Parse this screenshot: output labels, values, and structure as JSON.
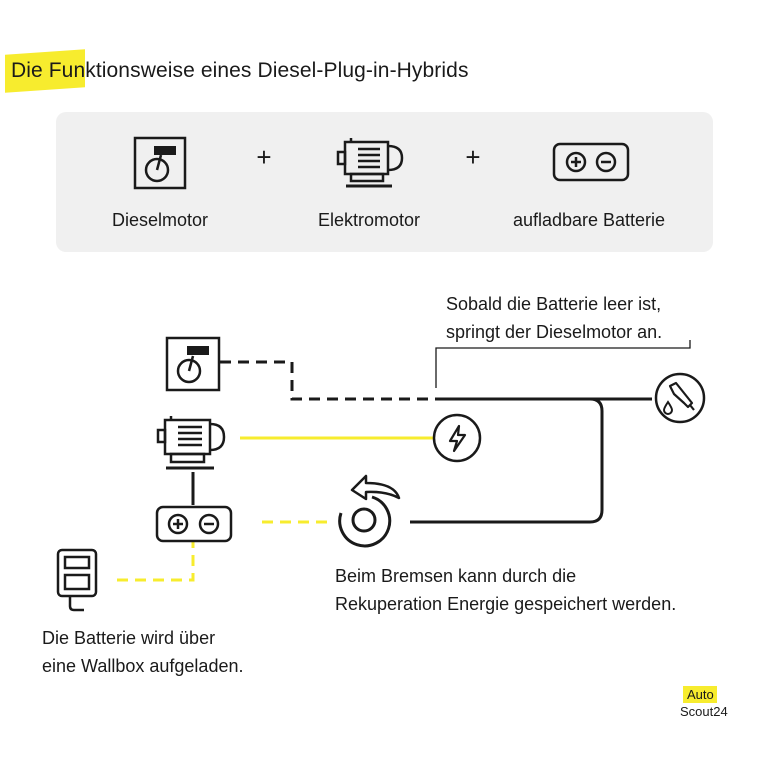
{
  "title": "Die Funktionsweise eines Diesel-Plug-in-Hybrids",
  "components": {
    "items": [
      {
        "label": "Dieselmotor",
        "icon": "diesel-engine-icon"
      },
      {
        "label": "Elektromotor",
        "icon": "electric-motor-icon"
      },
      {
        "label": "aufladbare Batterie",
        "icon": "battery-icon"
      }
    ],
    "plus_symbol": "+"
  },
  "annotations": {
    "battery_empty": {
      "line1": "Sobald die Batterie leer ist,",
      "line2": "springt der Dieselmotor an."
    },
    "recuperation": {
      "line1": "Beim Bremsen kann durch die",
      "line2": "Rekuperation Energie gespeichert werden."
    },
    "wallbox": {
      "line1": "Die Batterie wird über",
      "line2": "eine Wallbox aufgeladen."
    }
  },
  "diagram_icons": [
    "diesel-engine-icon",
    "electric-motor-icon",
    "battery-icon",
    "wallbox-icon",
    "electric-power-icon",
    "recuperation-icon",
    "fuel-nozzle-icon"
  ],
  "logo": {
    "line1": "Auto",
    "line2": "Scout24"
  },
  "colors": {
    "accent_yellow": "#f7ec2e",
    "panel_gray": "#f0f0f0",
    "line_dark": "#1a1a1a"
  }
}
